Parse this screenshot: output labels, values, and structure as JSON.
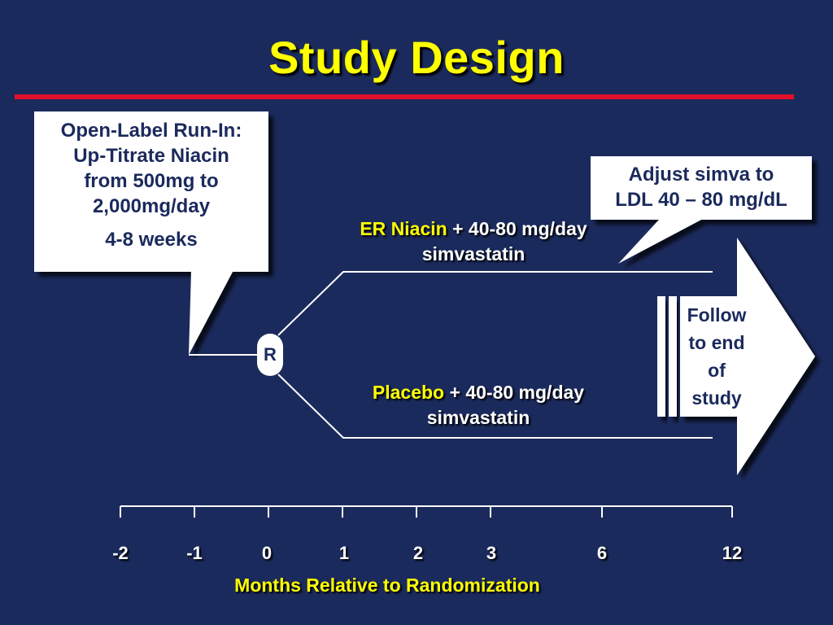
{
  "title": "Study Design",
  "run_in": {
    "line1": "Open-Label Run-In:",
    "line2": "Up-Titrate Niacin",
    "line3": "from 500mg to",
    "line4": "2,000mg/day",
    "duration": "4-8 weeks"
  },
  "adjust": {
    "line1": "Adjust simva to",
    "line2": "LDL 40 – 80 mg/dL"
  },
  "randomization_label": "R",
  "arms": [
    {
      "name": "ER Niacin",
      "dose": " + 40-80 mg/day",
      "drug": "simvastatin"
    },
    {
      "name": "Placebo",
      "dose": " + 40-80 mg/day",
      "drug": "simvastatin"
    }
  ],
  "follow": {
    "line1": "Follow",
    "line2": "to end",
    "line3": "of",
    "line4": "study"
  },
  "timeline": {
    "ticks": [
      "-2",
      "-1",
      "0",
      "1",
      "2",
      "3",
      "6",
      "12"
    ],
    "axis_title": "Months Relative to Randomization"
  },
  "colors": {
    "background": "#1b2a5c",
    "title": "#ffff00",
    "rule": "#e0102a",
    "text": "#ffffff"
  }
}
